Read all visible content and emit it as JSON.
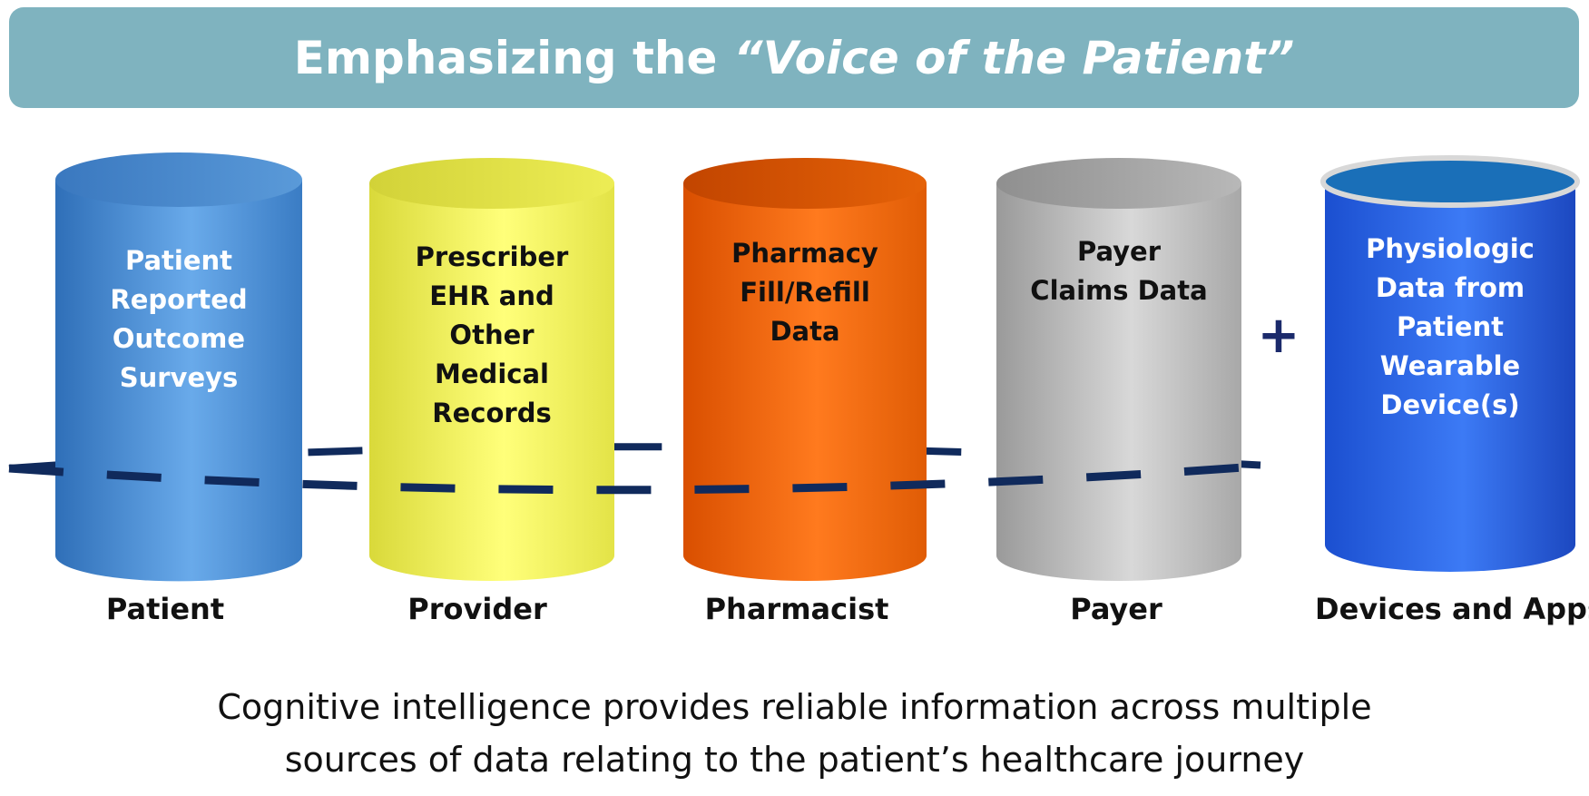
{
  "header": {
    "title_plain": "Emphasizing the",
    "title_quote": "“Voice of the Patient”"
  },
  "sources": [
    {
      "lines": [
        "Patient",
        "Reported",
        "Outcome",
        "Surveys"
      ],
      "label": "Patient",
      "color": "#4b92d8",
      "text_color": "#ffffff"
    },
    {
      "lines": [
        "Prescriber",
        "EHR and",
        "Other",
        "Medical",
        "Records"
      ],
      "label": "Provider",
      "color": "#f4f45a",
      "text_color": "#111111"
    },
    {
      "lines": [
        "Pharmacy",
        "Fill/Refill",
        "Data"
      ],
      "label": "Pharmacist",
      "color": "#f36a0c",
      "text_color": "#111111"
    },
    {
      "lines": [
        "Payer",
        "Claims Data"
      ],
      "label": "Payer",
      "color": "#b5b5b5",
      "text_color": "#111111"
    },
    {
      "lines": [
        "Physiologic",
        "Data from",
        "Patient",
        "Wearable",
        "Device(s)"
      ],
      "label": "Devices and Apps",
      "color": "#1f5fe0",
      "text_color": "#ffffff"
    }
  ],
  "plus_sign": "+",
  "caption": {
    "line1": "Cognitive intelligence provides reliable information across multiple",
    "line2": "sources of data relating to the patient’s healthcare journey"
  },
  "colors": {
    "banner": "#7fb3bf",
    "ring": "#102a5c"
  }
}
